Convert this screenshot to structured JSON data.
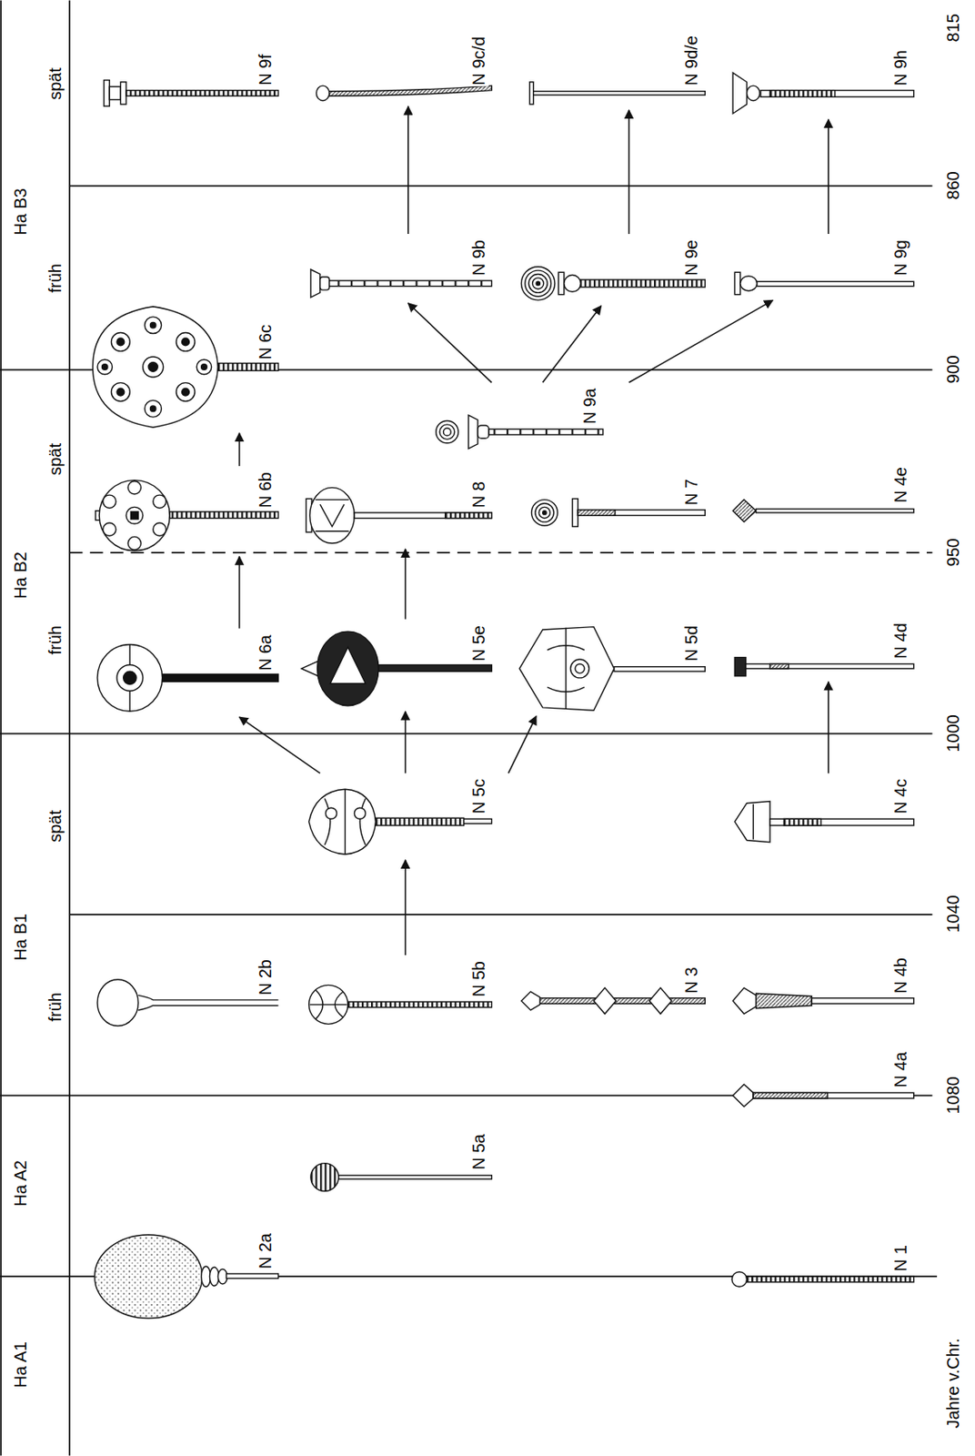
{
  "diagram": {
    "nodes": [
      {
        "text": [
          "N 2a"
        ]
      },
      {
        "text": [
          "N 1"
        ]
      },
      {
        "text": [
          "N 5a"
        ]
      },
      {
        "text": [
          "N 4a"
        ]
      },
      {
        "text": [
          "N 2b"
        ]
      },
      {
        "text": [
          "N 5b"
        ]
      },
      {
        "text": [
          "N 3"
        ]
      },
      {
        "text": [
          "N 4b"
        ]
      },
      {
        "text": [
          "N 5c"
        ]
      },
      {
        "text": [
          "N 4c"
        ]
      },
      {
        "text": [
          "N 6a"
        ]
      },
      {
        "text": [
          "N 5e"
        ]
      },
      {
        "text": [
          "N 5d"
        ]
      },
      {
        "text": [
          "N 4d"
        ]
      },
      {
        "text": [
          "N 6b"
        ]
      },
      {
        "text": [
          "N 8"
        ]
      },
      {
        "text": [
          "N 7"
        ]
      },
      {
        "text": [
          "N 4e"
        ]
      },
      {
        "text": [
          "N 9a"
        ]
      },
      {
        "text": [
          "N 6c"
        ]
      },
      {
        "text": [
          "N 9b"
        ]
      },
      {
        "text": [
          "N 9e"
        ]
      },
      {
        "text": [
          "N 9g"
        ]
      },
      {
        "text": [
          "N 9f"
        ]
      },
      {
        "text": [
          "N 9c/d"
        ]
      },
      {
        "text": [
          "N 9d/e"
        ]
      },
      {
        "text": [
          "N 9h"
        ]
      }
    ],
    "edges": [
      {
        "from": 5,
        "to": 8,
        "arrow": "to"
      },
      {
        "from": 8,
        "to": 10,
        "arrow": "to"
      },
      {
        "from": 8,
        "to": 11,
        "arrow": "to"
      },
      {
        "from": 8,
        "to": 12,
        "arrow": "to"
      },
      {
        "from": 9,
        "to": 13,
        "arrow": "to"
      },
      {
        "from": 10,
        "to": 14,
        "arrow": "to"
      },
      {
        "from": 11,
        "to": 15,
        "arrow": "to"
      },
      {
        "from": 14,
        "to": 19,
        "arrow": "to"
      },
      {
        "from": 18,
        "to": 20,
        "arrow": "to"
      },
      {
        "from": 18,
        "to": 21,
        "arrow": "to"
      },
      {
        "from": 18,
        "to": 22,
        "arrow": "to"
      },
      {
        "from": 20,
        "to": 24,
        "arrow": "to"
      },
      {
        "from": 21,
        "to": 25,
        "arrow": "to"
      },
      {
        "from": 22,
        "to": 26,
        "arrow": "to"
      }
    ],
    "labels": [
      "Ha A1",
      "Ha A2",
      "Ha B1",
      "früh",
      "spät",
      "Ha B2",
      "früh",
      "spät",
      "Ha B3",
      "früh",
      "spät",
      "1080",
      "1040",
      "1000",
      "950",
      "900",
      "860",
      "815",
      "Jahre v.Chr."
    ]
  }
}
